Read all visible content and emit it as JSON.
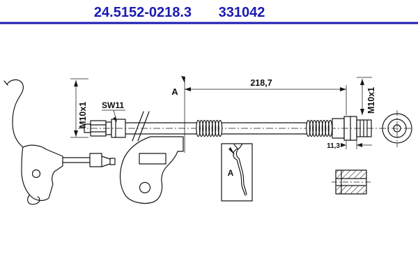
{
  "header": {
    "part_number": "24.5152-0218.3",
    "ref_number": "331042",
    "accent_color": "#1a1ab2"
  },
  "labels": {
    "thread_left": "M10x1",
    "wrench_size": "SW11",
    "section_marker": "A",
    "length": "218,7",
    "thread_right": "M10x1",
    "thread_length": "11,3",
    "detail_marker": "A"
  },
  "drawing": {
    "type": "technical-drawing",
    "subject": "brake hose with fittings, mounting bracket, detail clip view, section view and end view"
  }
}
